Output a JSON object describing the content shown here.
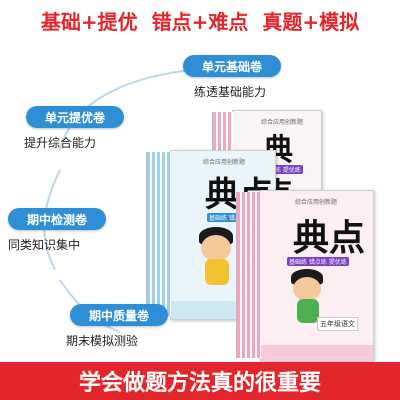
{
  "header": {
    "items": [
      "基础+提优",
      "错点+难点",
      "真题+模拟"
    ]
  },
  "labels": [
    {
      "title": "单元基础卷",
      "desc": "练透基础能力"
    },
    {
      "title": "单元提优卷",
      "desc": "提升综合能力"
    },
    {
      "title": "期中检测卷",
      "desc": "同类知识集中"
    },
    {
      "title": "期中质量卷",
      "desc": "期末模拟测验"
    }
  ],
  "book": {
    "brand": "典点",
    "tag": "综合应用创新题",
    "grade_label": "五年级语文",
    "strip": "基础练  错点练  提优练"
  },
  "banner": {
    "text": "学会做题方法真的很重要"
  },
  "colors": {
    "accent": "#e3262b",
    "label_bg": "#2f8fd6"
  }
}
